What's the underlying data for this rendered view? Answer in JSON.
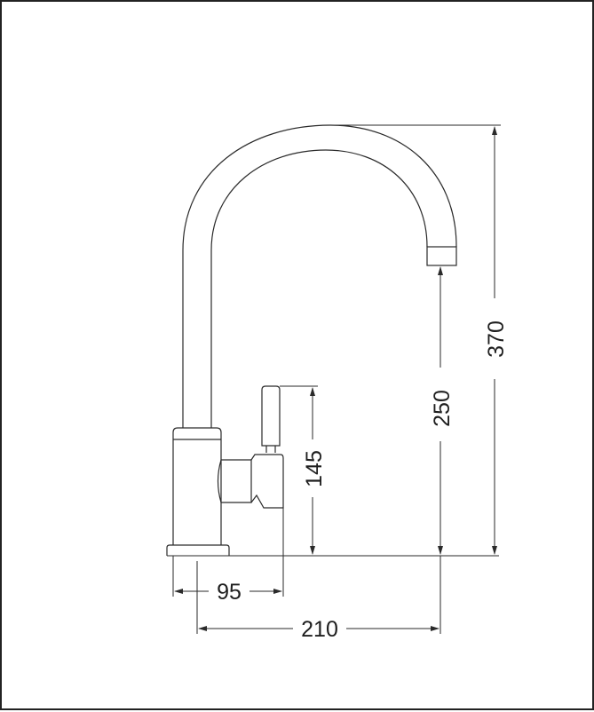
{
  "drawing": {
    "subject": "Kitchen mixer tap (single lever, swan-neck spout)",
    "units": "mm",
    "line_color": "#2a2a2a",
    "background": "#ffffff",
    "dimensions": {
      "overall_height": "370",
      "spout_outlet_height": "250",
      "lever_height": "145",
      "lever_projection": "95",
      "spout_reach": "210"
    }
  }
}
